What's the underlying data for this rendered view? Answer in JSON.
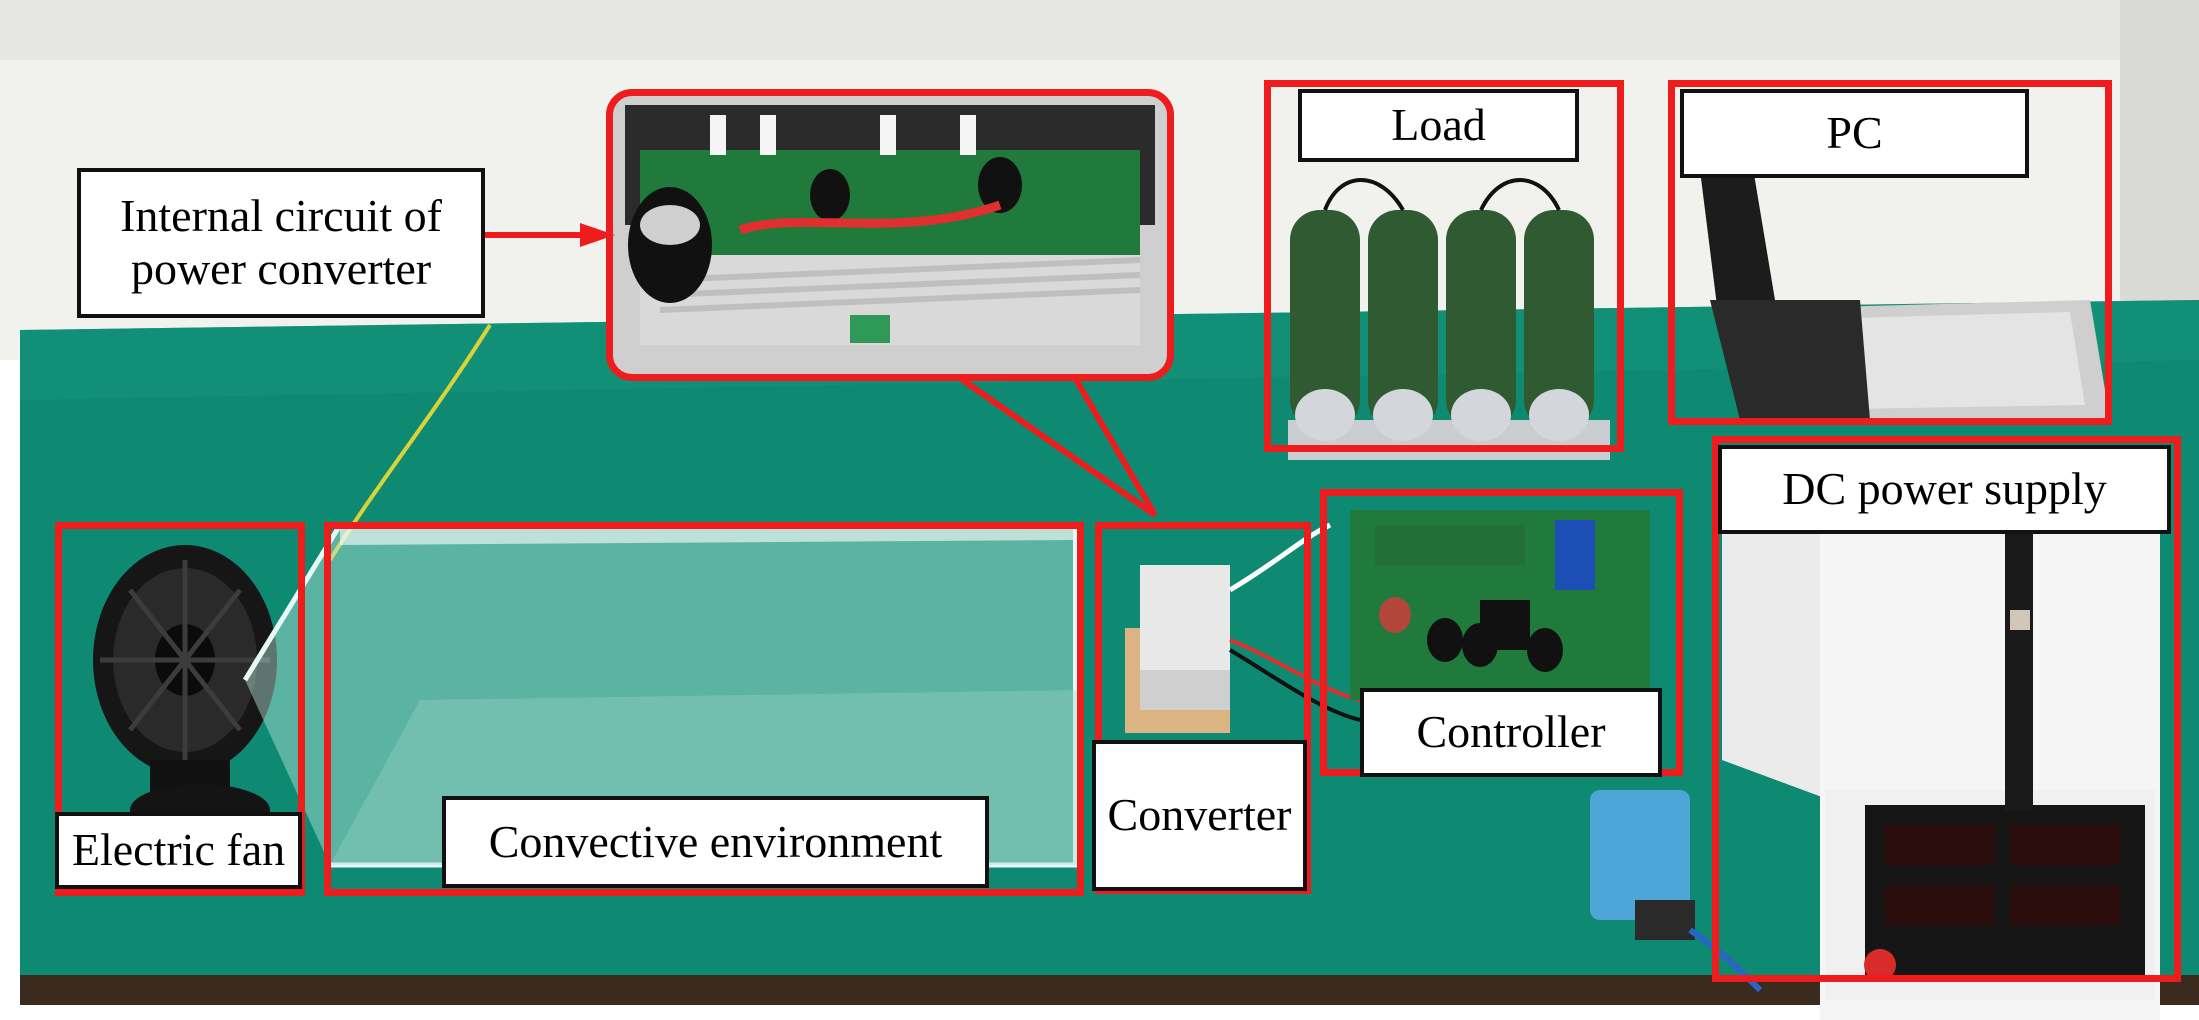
{
  "labels": {
    "internal_circuit_line1": "Internal circuit of",
    "internal_circuit_line2": "power converter",
    "load": "Load",
    "pc": "PC",
    "dc_power_supply": "DC power supply",
    "controller": "Controller",
    "converter": "Converter",
    "convective_environment": "Convective environment",
    "electric_fan": "Electric fan"
  },
  "colors": {
    "highlight_red": "#ee1c1c",
    "table_green": "#0f8a72",
    "wall": "#f2f2f0",
    "pcb_green": "#1f7a3c",
    "resistor_green": "#2f5a32"
  }
}
